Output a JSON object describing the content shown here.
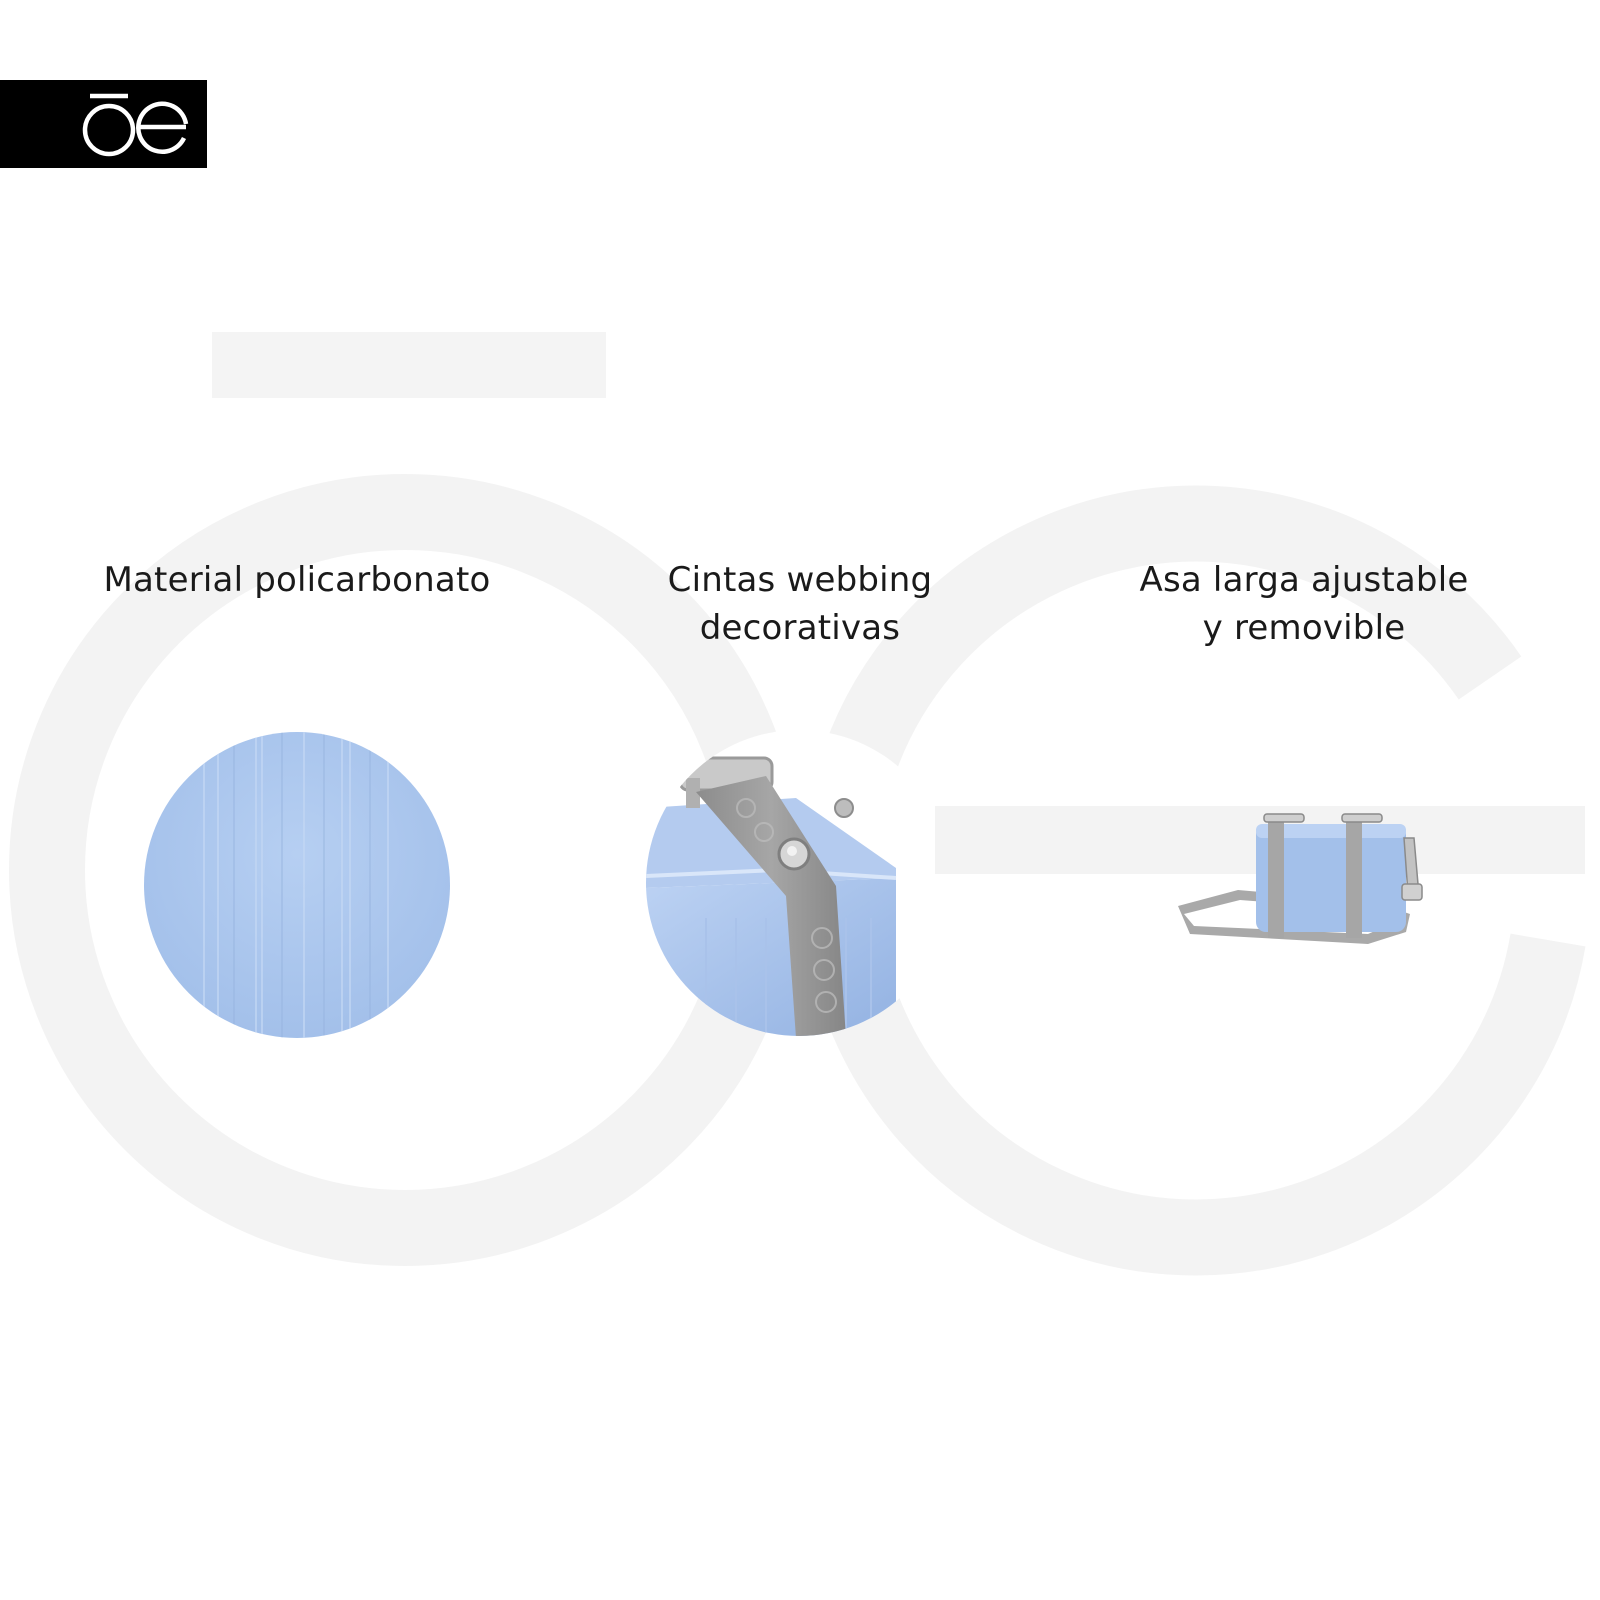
{
  "brand": {
    "logo_icon": "oe-brand-logo",
    "logo_bg_color": "#000000",
    "logo_fg_color": "#ffffff"
  },
  "watermark": {
    "icon": "oe-watermark-icon",
    "color": "#f3f3f3"
  },
  "features": [
    {
      "label": "Material policarbonato",
      "image": "polycarbonate-texture-swatch"
    },
    {
      "label": "Cintas webbing\ndecorativas",
      "image": "webbing-strap-closeup"
    },
    {
      "label": "Asa larga ajustable\ny removible",
      "image": "bag-with-shoulder-strap"
    }
  ],
  "colors": {
    "product_blue": "#a8c4ec",
    "strap_gray": "#9a9a9a",
    "text": "#1a1a1a"
  }
}
